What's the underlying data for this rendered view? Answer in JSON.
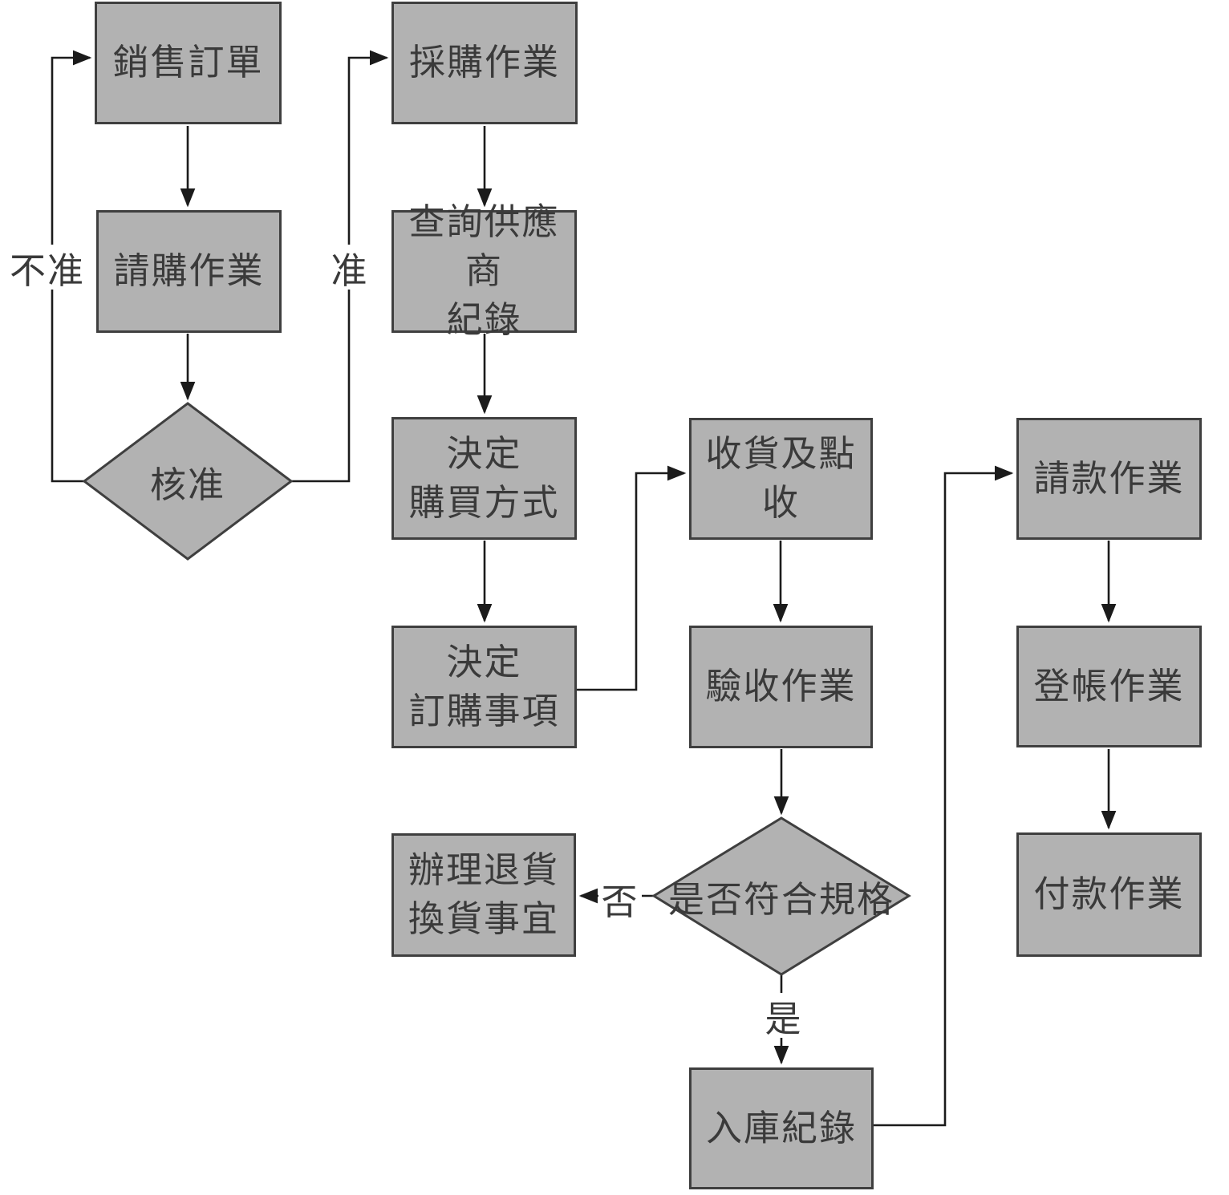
{
  "diagram": {
    "type": "flowchart",
    "language": "zh-TW",
    "colors": {
      "node_fill": "#b2b2b2",
      "node_border": "#3f3f3f",
      "connector": "#1b1b1b",
      "text": "#3a3a3a",
      "background": "#ffffff"
    },
    "nodes": {
      "sales_order": {
        "label": "銷售訂單",
        "shape": "rect"
      },
      "purchase_requisition": {
        "label": "請購作業",
        "shape": "rect"
      },
      "approval": {
        "label": "核准",
        "shape": "diamond"
      },
      "purchasing": {
        "label": "採購作業",
        "shape": "rect"
      },
      "query_supplier_record": {
        "label": "查詢供應商\n紀錄",
        "shape": "rect"
      },
      "decide_purchase_method": {
        "label": "決定\n購買方式",
        "shape": "rect"
      },
      "decide_order_details": {
        "label": "決定\n訂購事項",
        "shape": "rect"
      },
      "receive_and_check": {
        "label": "收貨及點收",
        "shape": "rect"
      },
      "inspection": {
        "label": "驗收作業",
        "shape": "rect"
      },
      "meets_spec": {
        "label": "是否符合規格",
        "shape": "diamond"
      },
      "handle_return_exchange": {
        "label": "辦理退貨\n換貨事宜",
        "shape": "rect"
      },
      "warehouse_record": {
        "label": "入庫紀錄",
        "shape": "rect"
      },
      "payment_request": {
        "label": "請款作業",
        "shape": "rect"
      },
      "bookkeeping": {
        "label": "登帳作業",
        "shape": "rect"
      },
      "payment": {
        "label": "付款作業",
        "shape": "rect"
      }
    },
    "edges": [
      {
        "from": "sales_order",
        "to": "purchase_requisition",
        "label": ""
      },
      {
        "from": "purchase_requisition",
        "to": "approval",
        "label": ""
      },
      {
        "from": "approval",
        "to": "sales_order",
        "label": "不准"
      },
      {
        "from": "approval",
        "to": "purchasing",
        "label": "准"
      },
      {
        "from": "purchasing",
        "to": "query_supplier_record",
        "label": ""
      },
      {
        "from": "query_supplier_record",
        "to": "decide_purchase_method",
        "label": ""
      },
      {
        "from": "decide_purchase_method",
        "to": "decide_order_details",
        "label": ""
      },
      {
        "from": "decide_order_details",
        "to": "receive_and_check",
        "label": ""
      },
      {
        "from": "receive_and_check",
        "to": "inspection",
        "label": ""
      },
      {
        "from": "inspection",
        "to": "meets_spec",
        "label": ""
      },
      {
        "from": "meets_spec",
        "to": "handle_return_exchange",
        "label": "否"
      },
      {
        "from": "meets_spec",
        "to": "warehouse_record",
        "label": "是"
      },
      {
        "from": "warehouse_record",
        "to": "payment_request",
        "label": ""
      },
      {
        "from": "payment_request",
        "to": "bookkeeping",
        "label": ""
      },
      {
        "from": "bookkeeping",
        "to": "payment",
        "label": ""
      }
    ]
  }
}
